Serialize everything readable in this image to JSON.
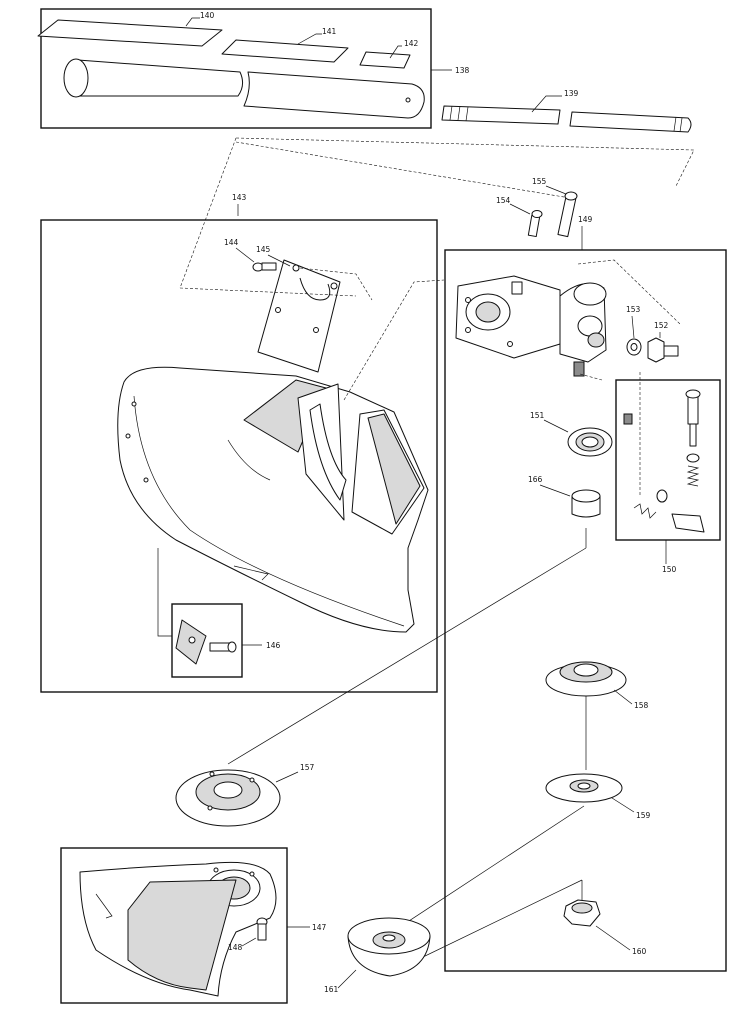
{
  "parts": {
    "p138": "138",
    "p139": "139",
    "p140": "140",
    "p141": "141",
    "p142": "142",
    "p143": "143",
    "p144": "144",
    "p145": "145",
    "p146": "146",
    "p147": "147",
    "p148": "148",
    "p149": "149",
    "p150": "150",
    "p151": "151",
    "p152": "152",
    "p153": "153",
    "p154": "154",
    "p155": "155",
    "p157": "157",
    "p158": "158",
    "p159": "159",
    "p160": "160",
    "p161": "161",
    "p166": "166"
  },
  "colors": {
    "line": "#111111",
    "shade": "#d9d9d9",
    "dark": "#8c8c8c",
    "paper": "#ffffff"
  }
}
